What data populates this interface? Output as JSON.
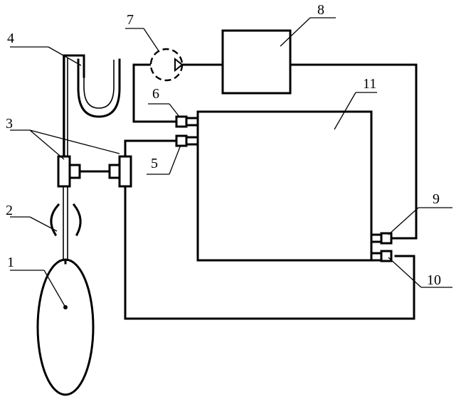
{
  "labels": {
    "n1": "1",
    "n2": "2",
    "n3": "3",
    "n4": "4",
    "n5": "5",
    "n6": "6",
    "n7": "7",
    "n8": "8",
    "n9": "9",
    "n10": "10",
    "n11": "11"
  }
}
